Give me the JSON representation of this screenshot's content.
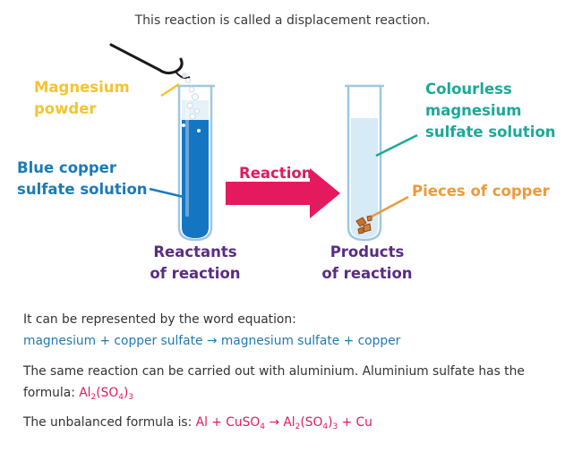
{
  "header": {
    "text": "This reaction is called a displacement reaction."
  },
  "diagram": {
    "label_magnesium": [
      "Magnesium",
      "powder"
    ],
    "label_blue_solution": [
      "Blue copper",
      "sulfate solution"
    ],
    "label_reaction": "Reaction",
    "label_colourless": [
      "Colourless",
      "magnesium",
      "sulfate solution"
    ],
    "label_copper": "Pieces of copper",
    "label_reactants": [
      "Reactants",
      "of reaction"
    ],
    "label_products": [
      "Products",
      "of reaction"
    ]
  },
  "body": {
    "word_eq_intro": "It can be represented by the word equation:",
    "word_eq": "magnesium + copper sulfate → magnesium sulfate + copper",
    "aluminium_text": "The same reaction can be carried out with aluminium. Aluminium sulfate has the",
    "formula_label": "formula: ",
    "unbalanced_label": "The unbalanced formula is: "
  },
  "formulas": {
    "al2so43": {
      "al": "Al",
      "n2": "2",
      "so": "(SO",
      "n4": "4",
      "close": ")",
      "n3": "3"
    },
    "unbalanced": {
      "lhs": "Al + CuSO",
      "n4a": "4",
      "arrow": " → Al",
      "n2": "2",
      "so": "(SO",
      "n4b": "4",
      "close": ")",
      "n3": "3",
      "rhs": " + Cu"
    }
  },
  "colors": {
    "blue": "#1d7ab8",
    "yellow": "#f4c430",
    "teal": "#1ba99a",
    "orange": "#ee9a3a",
    "purple": "#5b2c86",
    "pink": "#e5195d",
    "solution_blue": "#1476c2",
    "solution_clear": "#d6ebf6"
  }
}
